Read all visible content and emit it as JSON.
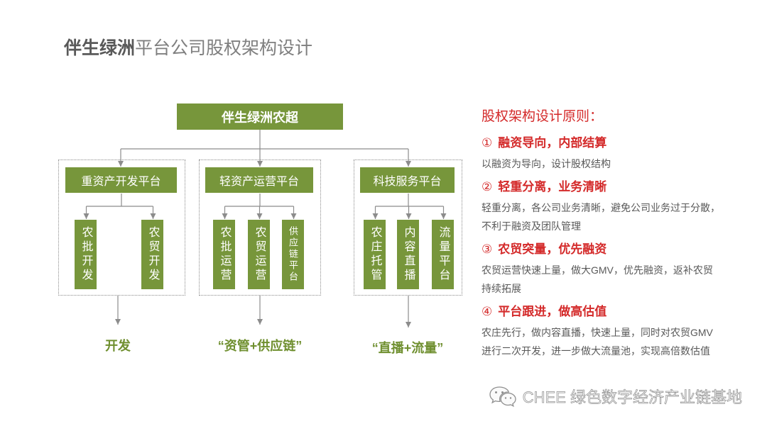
{
  "title": {
    "highlight": "伴生绿洲",
    "rest": "平台公司股权架构设计"
  },
  "diagram": {
    "root": "伴生绿洲农超",
    "groups": [
      {
        "header": "重资产开发平台",
        "children": [
          "农批开发",
          "农贸开发"
        ],
        "outcome": "开发"
      },
      {
        "header": "轻资产运营平台",
        "children": [
          "农批运营",
          "农贸运营",
          "供应链平台"
        ],
        "outcome": "“资管+供应链”"
      },
      {
        "header": "科技服务平台",
        "children": [
          "农庄托管",
          "内容直播",
          "流量平台"
        ],
        "outcome": "“直播+流量”"
      }
    ]
  },
  "principles": {
    "heading": "股权架构设计原则：",
    "items": [
      {
        "num": "①",
        "title": "融资导向，内部结算",
        "lines": [
          "以融资为导向，设计股权结构"
        ]
      },
      {
        "num": "②",
        "title": "轻重分离，业务清晰",
        "lines": [
          "轻重分离，各公司业务清晰，避免公司业务过于分散，",
          "不利于融资及团队管理"
        ]
      },
      {
        "num": "③",
        "title": "农贸突量，优先融资",
        "lines": [
          "农贸运营快速上量，做大GMV，优先融资，返补农贸",
          "持续拓展"
        ]
      },
      {
        "num": "④",
        "title": "平台跟进，做高估值",
        "lines": [
          "农庄先行，做内容直播，快速上量，同时对农贸GMV",
          "进行二次开发，进一步做大流量池，实现高倍数估值"
        ]
      }
    ]
  },
  "watermark": {
    "icon": "wechat-icon",
    "text": "CHEE 绿色数字经济产业链基地"
  },
  "colors": {
    "accent_green": "#77963b",
    "principle_red": "#d42a2a",
    "body_text": "#595959",
    "title_gray": "#7f7f7f"
  }
}
